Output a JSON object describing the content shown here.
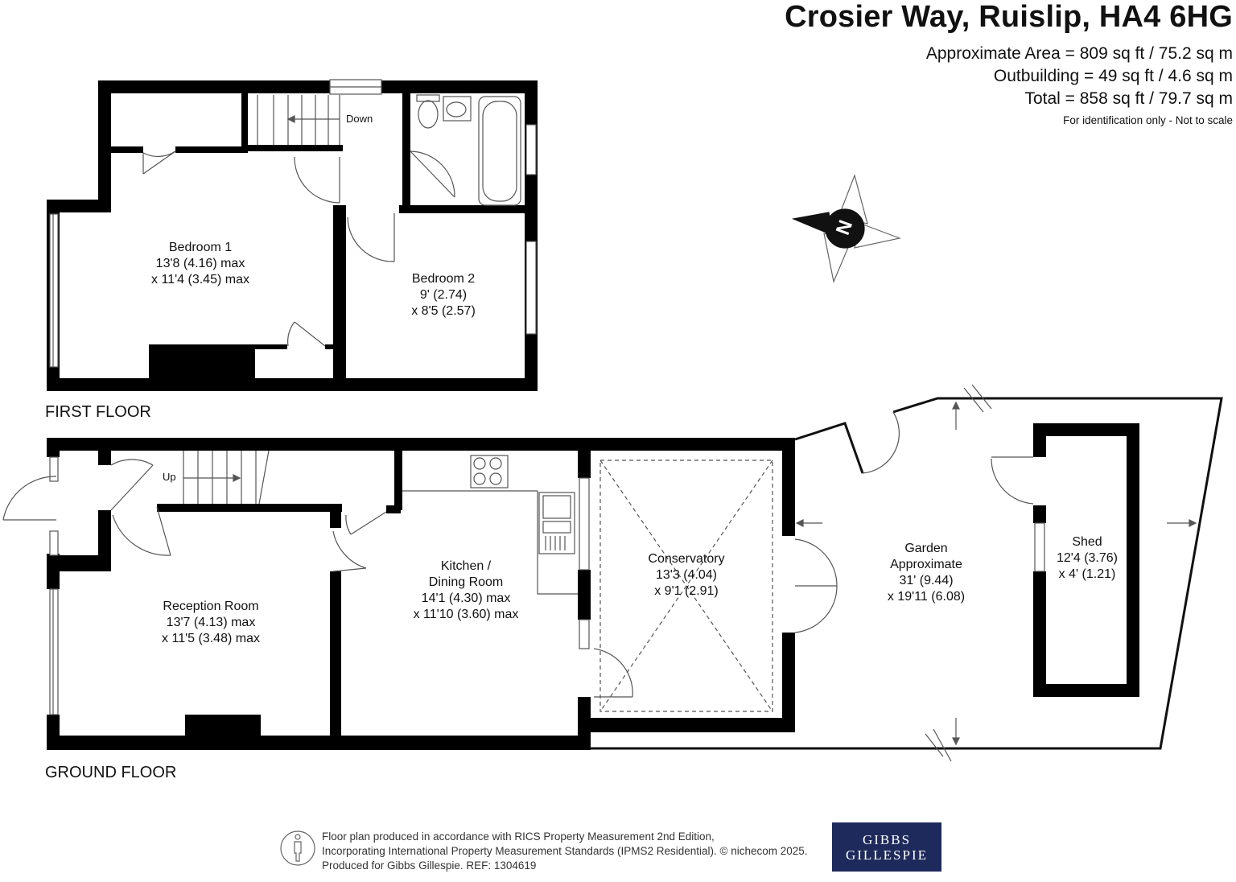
{
  "header": {
    "address": "Crosier Way, Ruislip, HA4 6HG",
    "area_line_1": "Approximate Area = 809 sq ft / 75.2 sq m",
    "area_line_2": "Outbuilding = 49 sq ft / 4.6 sq m",
    "area_line_3": "Total = 858 sq ft / 79.7 sq m",
    "note": "For identification only - Not to scale"
  },
  "compass": {
    "letter": "N"
  },
  "floors": {
    "first": {
      "label": "FIRST FLOOR",
      "stairs_label": "Down",
      "rooms": {
        "bedroom1": {
          "name": "Bedroom 1",
          "dim1": "13'8 (4.16) max",
          "dim2": "x 11'4 (3.45) max"
        },
        "bedroom2": {
          "name": "Bedroom 2",
          "dim1": "9' (2.74)",
          "dim2": "x 8'5 (2.57)"
        }
      }
    },
    "ground": {
      "label": "GROUND FLOOR",
      "stairs_label": "Up",
      "rooms": {
        "reception": {
          "name": "Reception Room",
          "dim1": "13'7 (4.13) max",
          "dim2": "x 11'5 (3.48) max"
        },
        "kitchen": {
          "name": "Kitchen /",
          "name2": "Dining Room",
          "dim1": "14'1 (4.30) max",
          "dim2": "x 11'10 (3.60) max"
        },
        "conservatory": {
          "name": "Conservatory",
          "dim1": "13'3 (4.04)",
          "dim2": "x 9'1 (2.91)"
        },
        "garden": {
          "name": "Garden",
          "name2": "Approximate",
          "dim1": "31' (9.44)",
          "dim2": "x 19'11 (6.08)"
        },
        "shed": {
          "name": "Shed",
          "dim1": "12'4 (3.76)",
          "dim2": "x 4' (1.21)"
        }
      }
    }
  },
  "footer": {
    "line1": "Floor plan produced in accordance with RICS Property Measurement 2nd Edition,",
    "line2": "Incorporating International Property Measurement Standards (IPMS2 Residential).   © nichecom 2025.",
    "line3": "Produced for Gibbs Gillespie.   REF:  1304619",
    "brand_line1": "GIBBS",
    "brand_line2": "GILLESPIE"
  }
}
